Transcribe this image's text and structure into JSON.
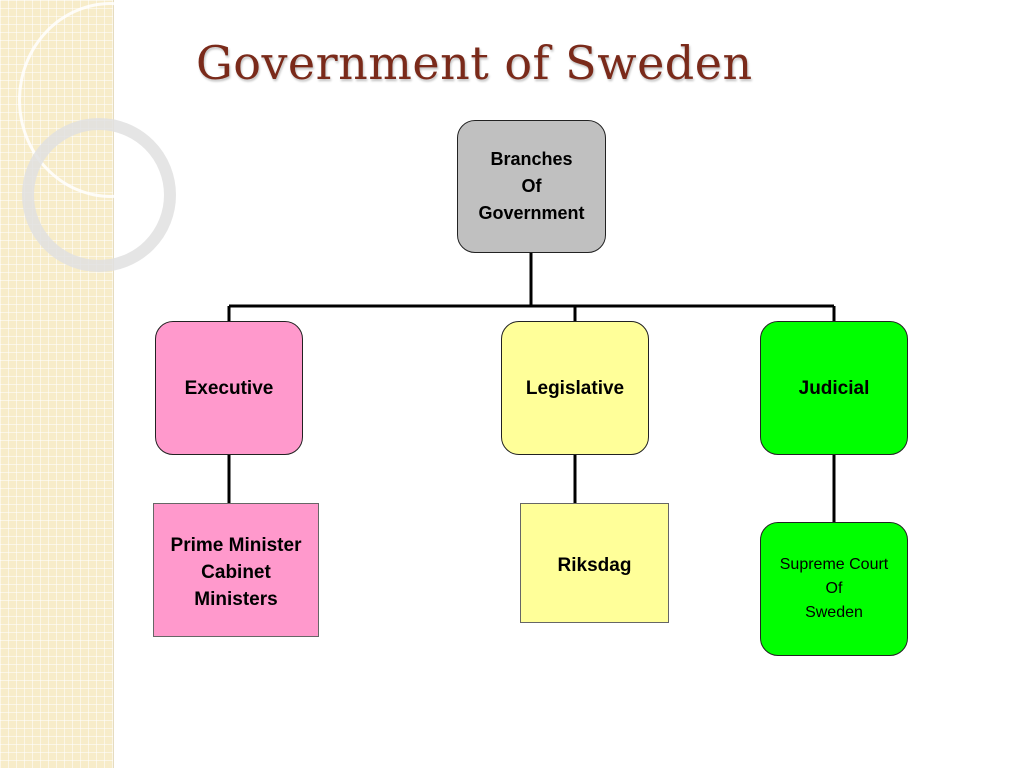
{
  "slide": {
    "title": "Government of Sweden"
  },
  "diagram": {
    "root": {
      "lines": [
        "Branches",
        "Of",
        "Government"
      ],
      "color": "#c0c0c0"
    },
    "branches": [
      {
        "label": "Executive",
        "color": "#ff99cc",
        "child": {
          "lines": [
            "Prime Minister",
            "Cabinet",
            "Ministers"
          ],
          "color": "#ff99cc"
        }
      },
      {
        "label": "Legislative",
        "color": "#ffff99",
        "child": {
          "lines": [
            "Riksdag"
          ],
          "color": "#ffff99"
        }
      },
      {
        "label": "Judicial",
        "color": "#00ff00",
        "child": {
          "lines": [
            "Supreme Court",
            "Of",
            "Sweden"
          ],
          "color": "#00ff00"
        }
      }
    ]
  }
}
